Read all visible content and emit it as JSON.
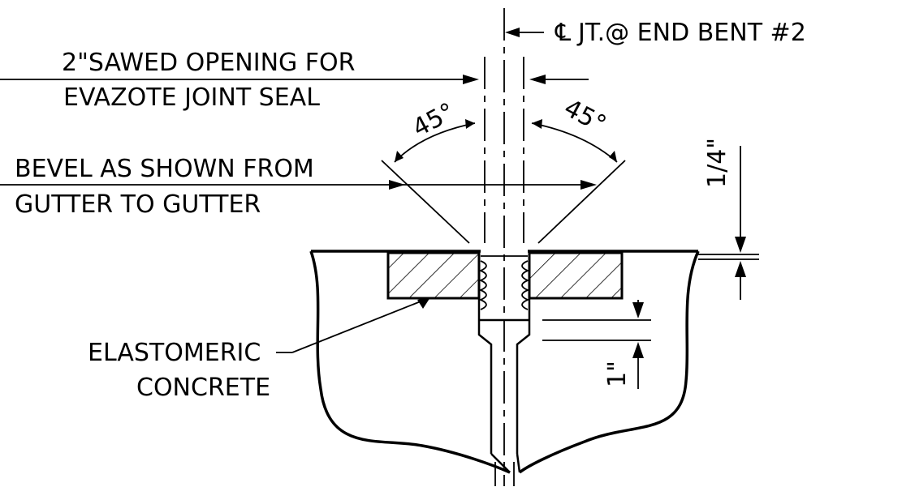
{
  "labels": {
    "centerline_symbol": "℄",
    "centerline": "JT.@ END BENT #2",
    "saw_line1": "2\"SAWED OPENING FOR",
    "saw_line2": "EVAZOTE JOINT SEAL",
    "angle_left": "45°",
    "angle_right": "45°",
    "bevel_line1": "BEVEL AS SHOWN FROM",
    "bevel_line2": "GUTTER TO GUTTER",
    "dim_quarter": "1/4\"",
    "elastomeric_line1": "ELASTOMERIC",
    "elastomeric_line2": "CONCRETE",
    "dim_one": "1\""
  }
}
